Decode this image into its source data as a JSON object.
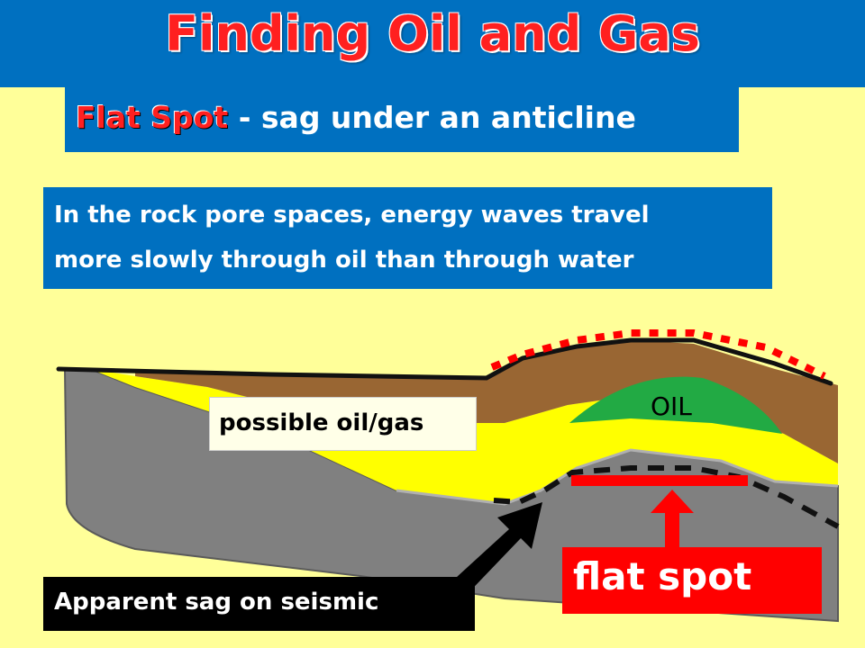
{
  "title": "Finding Oil and Gas",
  "subtitle": {
    "highlight": "Flat Spot",
    "rest": " - sag under an anticline"
  },
  "info": {
    "line1": "In the rock pore spaces, energy waves travel",
    "line2": "more slowly through oil than through water"
  },
  "labels": {
    "possible": "possible oil/gas",
    "oil": "OIL",
    "flat_spot": "flat spot",
    "sag": "Apparent sag on seismic"
  },
  "colors": {
    "background": "#FFFF99",
    "banner": "#0070C0",
    "title_red": "#FF2020",
    "rock_gray": "#808080",
    "sand_yellow": "#FFFF00",
    "cap_brown": "#996633",
    "oil_green": "#22AA44",
    "marker_red": "#FF0000"
  }
}
